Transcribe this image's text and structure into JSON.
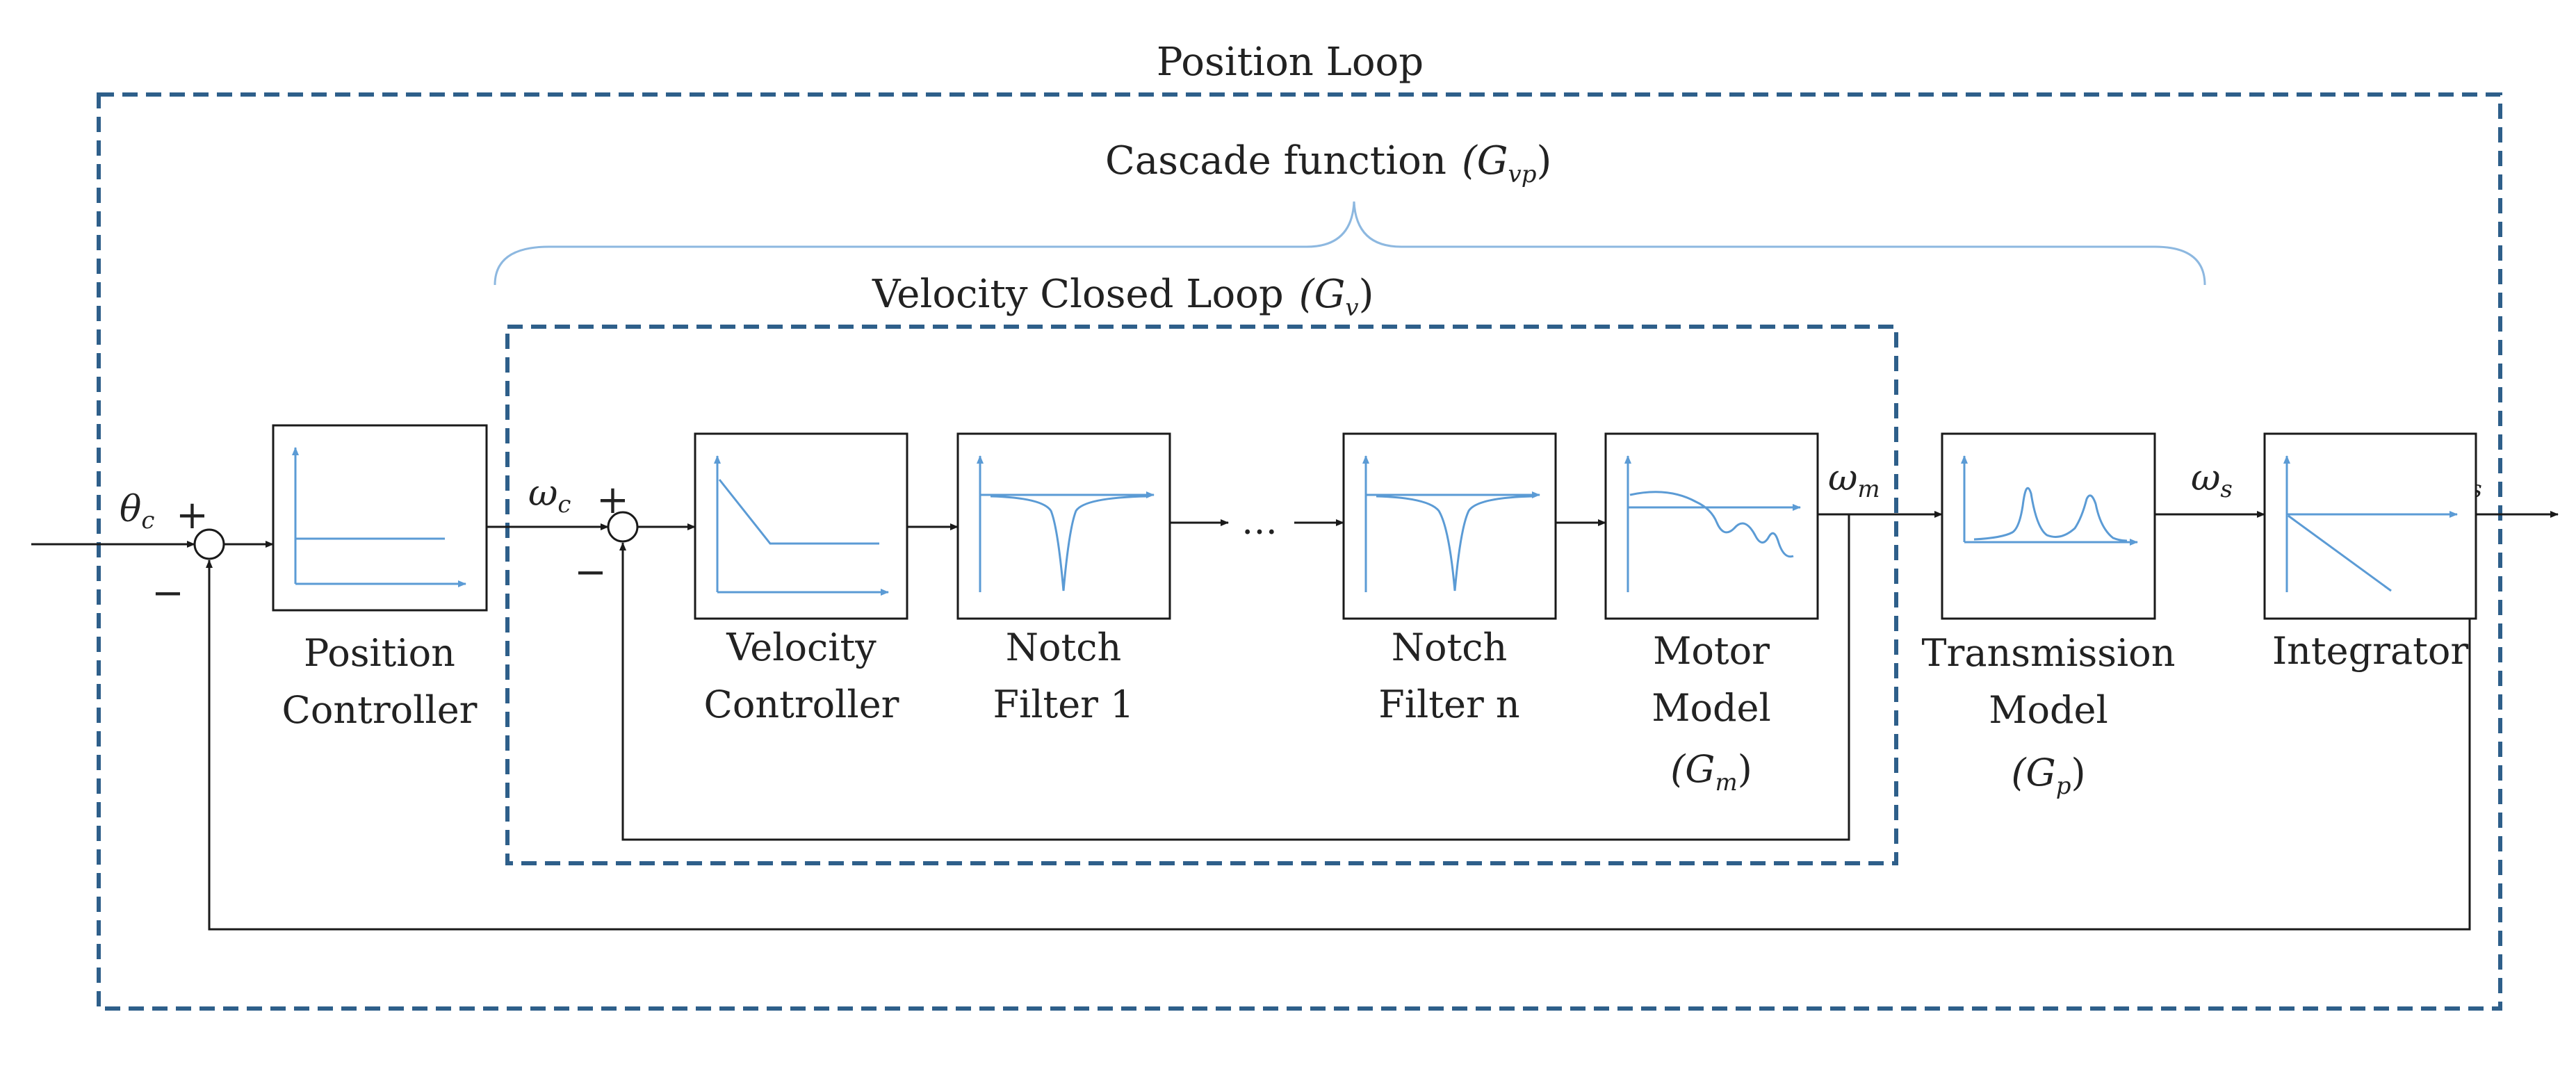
{
  "colors": {
    "loop_border": "#2e5f8a",
    "plot": "#5b9bd5",
    "brace": "#8db8e0",
    "wire": "#1a1a1a"
  },
  "titles": {
    "position_loop": "Position Loop",
    "cascade_function": "Cascade function",
    "cascade_symbol": "(G",
    "cascade_sub": "vp",
    "velocity_loop": "Velocity Closed Loop",
    "velocity_symbol": "(G",
    "velocity_sub": "v"
  },
  "signals": {
    "theta": "θ",
    "theta_c_sub": "c",
    "theta_s_sub": "s",
    "omega": "ω",
    "omega_c_sub": "c",
    "omega_m_sub": "m",
    "omega_s_sub": "s",
    "plus": "+",
    "minus": "−",
    "ellipsis": "…"
  },
  "blocks": {
    "position_controller": {
      "line1": "Position",
      "line2": "Controller"
    },
    "velocity_controller": {
      "line1": "Velocity",
      "line2": "Controller"
    },
    "notch_1": {
      "line1": "Notch",
      "line2": "Filter 1"
    },
    "notch_n": {
      "line1": "Notch",
      "line2": "Filter n"
    },
    "motor_model": {
      "line1": "Motor",
      "line2": "Model",
      "symbol": "(G",
      "sub": "m"
    },
    "transmission_model": {
      "line1": "Transmission",
      "line2": "Model",
      "symbol": "(G",
      "sub": "p"
    },
    "integrator": {
      "line1": "Integrator"
    }
  },
  "close_paren": ")"
}
